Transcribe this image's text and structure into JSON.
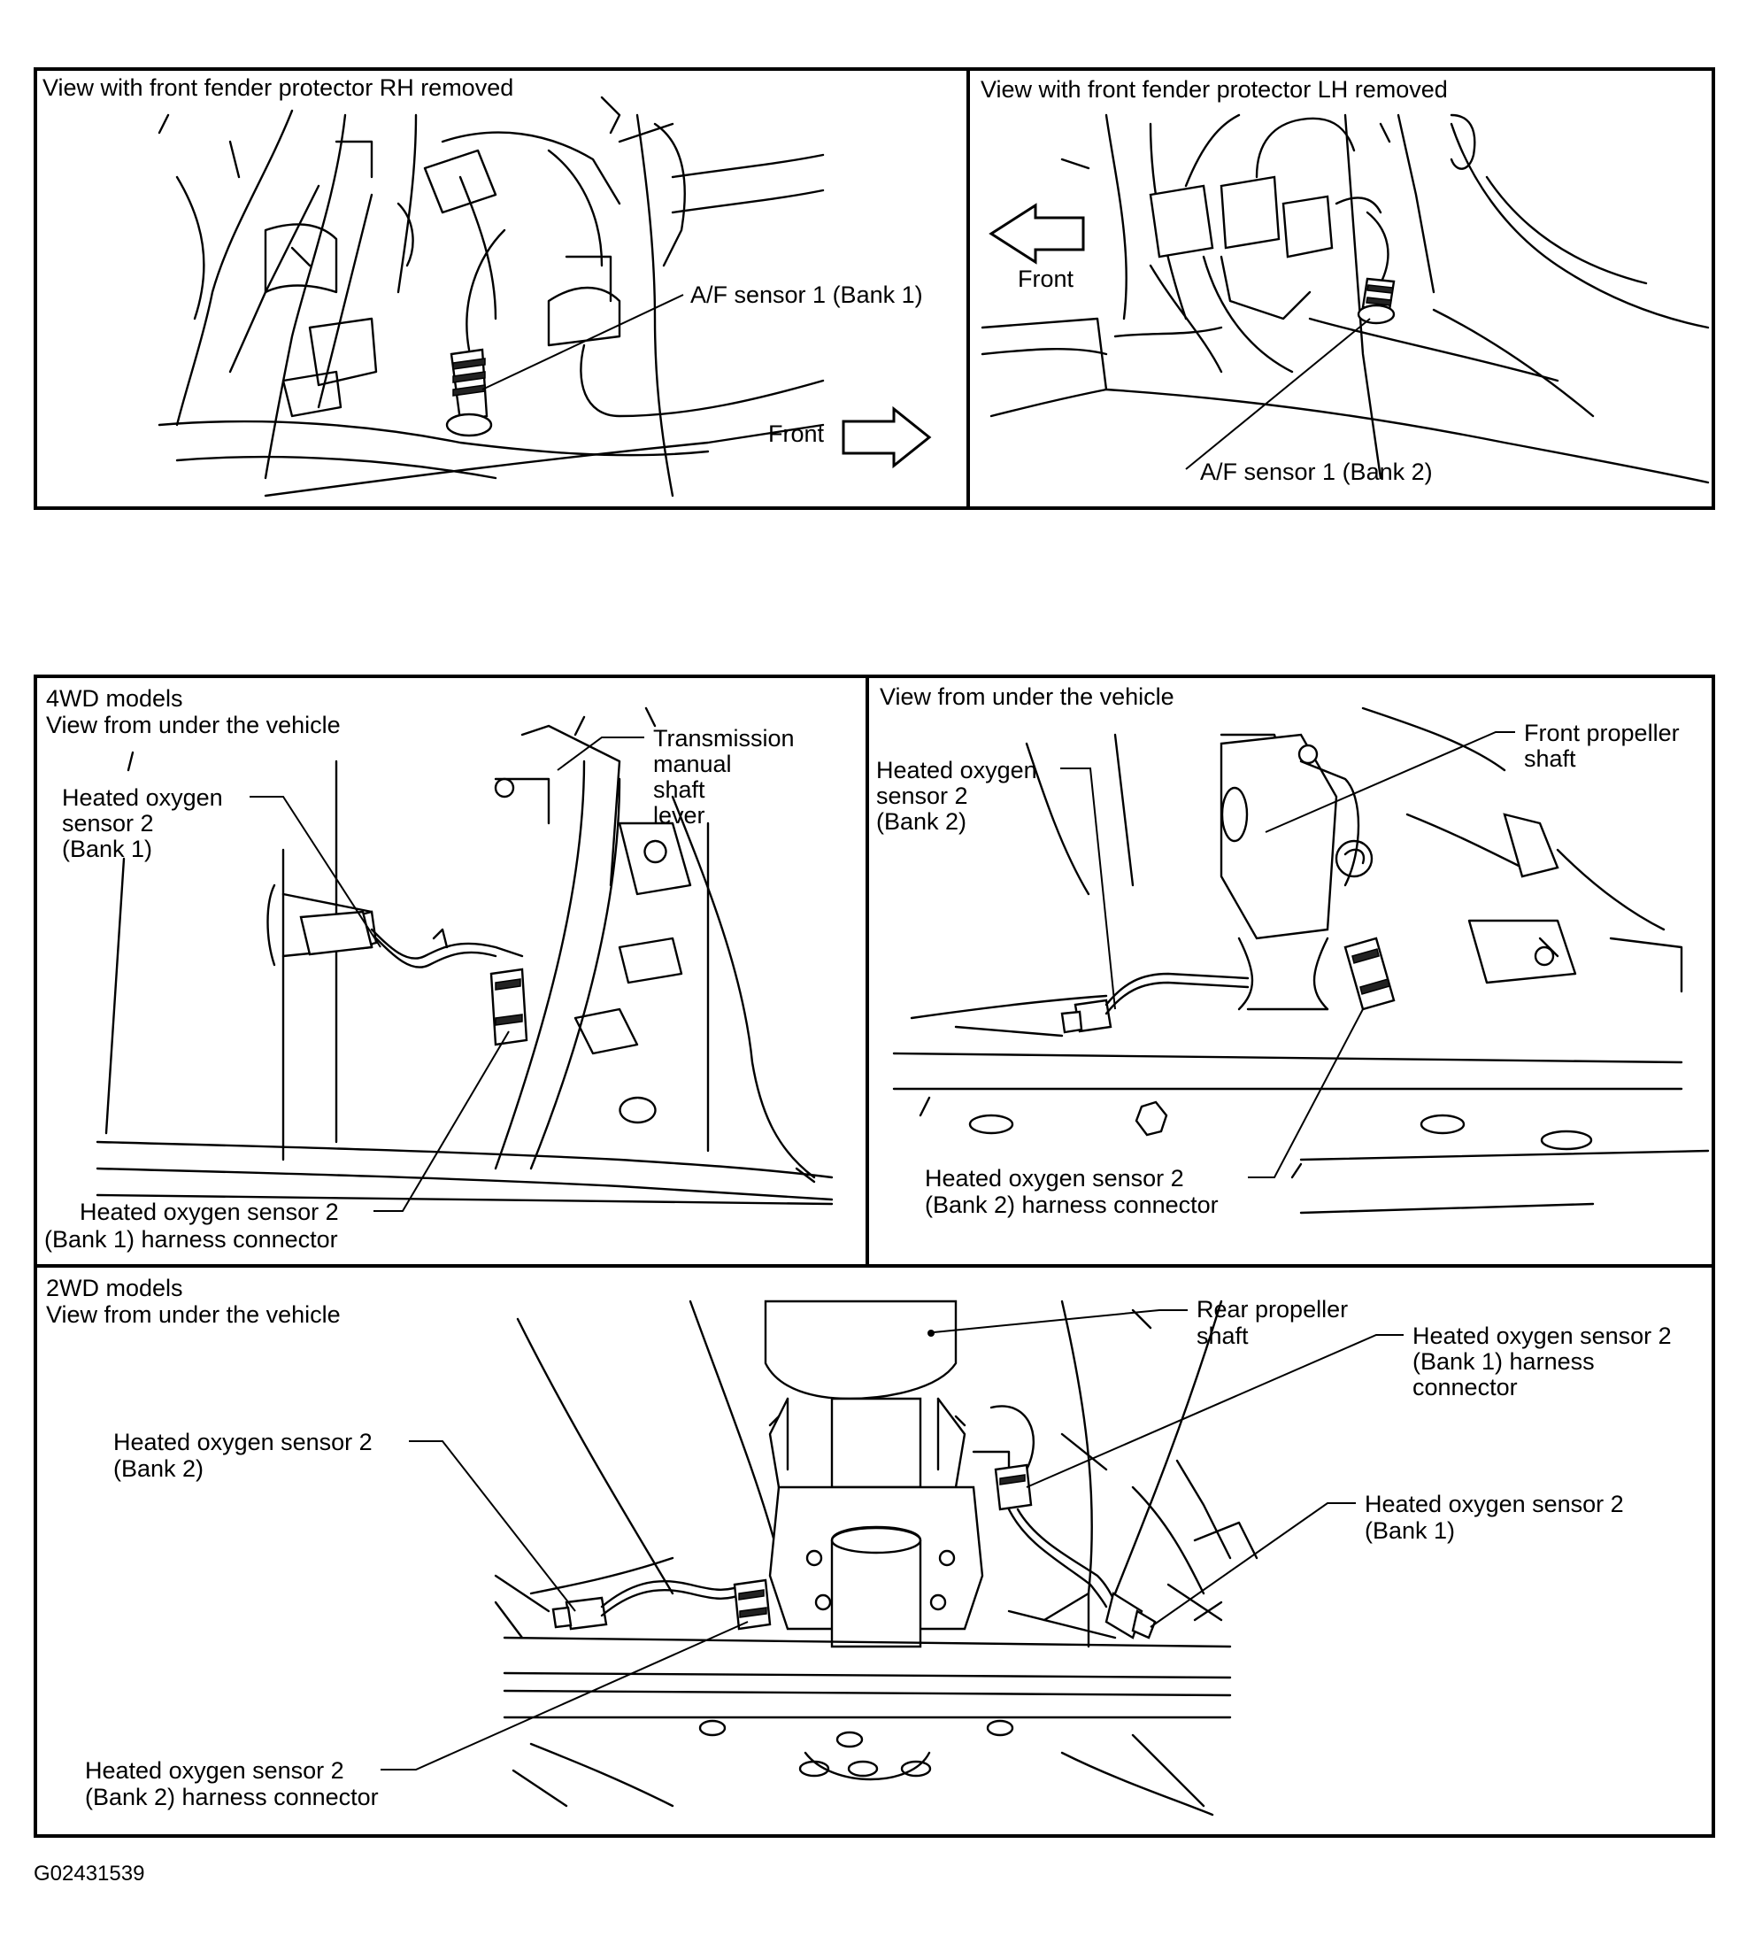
{
  "panels": {
    "rh": {
      "title": "View with front fender protector RH removed",
      "label_af1": "A/F sensor 1 (Bank 1)",
      "front": "Front"
    },
    "lh": {
      "title": "View with front fender protector LH removed",
      "label_af1": "A/F sensor 1 (Bank 2)",
      "front": "Front"
    },
    "fourwd": {
      "title_line1": "4WD models",
      "title_line2": "View from under the vehicle",
      "trans_lever": [
        "Transmission",
        "manual",
        "shaft",
        "lever"
      ],
      "ho2s_bank1": [
        "Heated oxygen",
        "sensor 2",
        "(Bank 1)"
      ],
      "connector_bank1": [
        "Heated oxygen sensor 2",
        "(Bank 1) harness connector"
      ]
    },
    "underview": {
      "title": "View from under the vehicle",
      "ho2s_bank2": [
        "Heated oxygen",
        "sensor 2",
        "(Bank 2)"
      ],
      "front_prop": [
        "Front propeller",
        "shaft"
      ],
      "connector_bank2": [
        "Heated oxygen sensor 2",
        "(Bank 2) harness connector"
      ]
    },
    "twowd": {
      "title_line1": "2WD models",
      "title_line2": "View from under the vehicle",
      "rear_prop": [
        "Rear propeller",
        "shaft"
      ],
      "connector_bank1": [
        "Heated oxygen sensor 2",
        "(Bank 1) harness",
        "connector"
      ],
      "ho2s_bank2": [
        "Heated oxygen sensor 2",
        "(Bank 2)"
      ],
      "ho2s_bank1": [
        "Heated oxygen sensor 2",
        "(Bank 1)"
      ],
      "connector_bank2": [
        "Heated oxygen sensor 2",
        "(Bank 2) harness connector"
      ]
    }
  },
  "figure_id": "G02431539"
}
